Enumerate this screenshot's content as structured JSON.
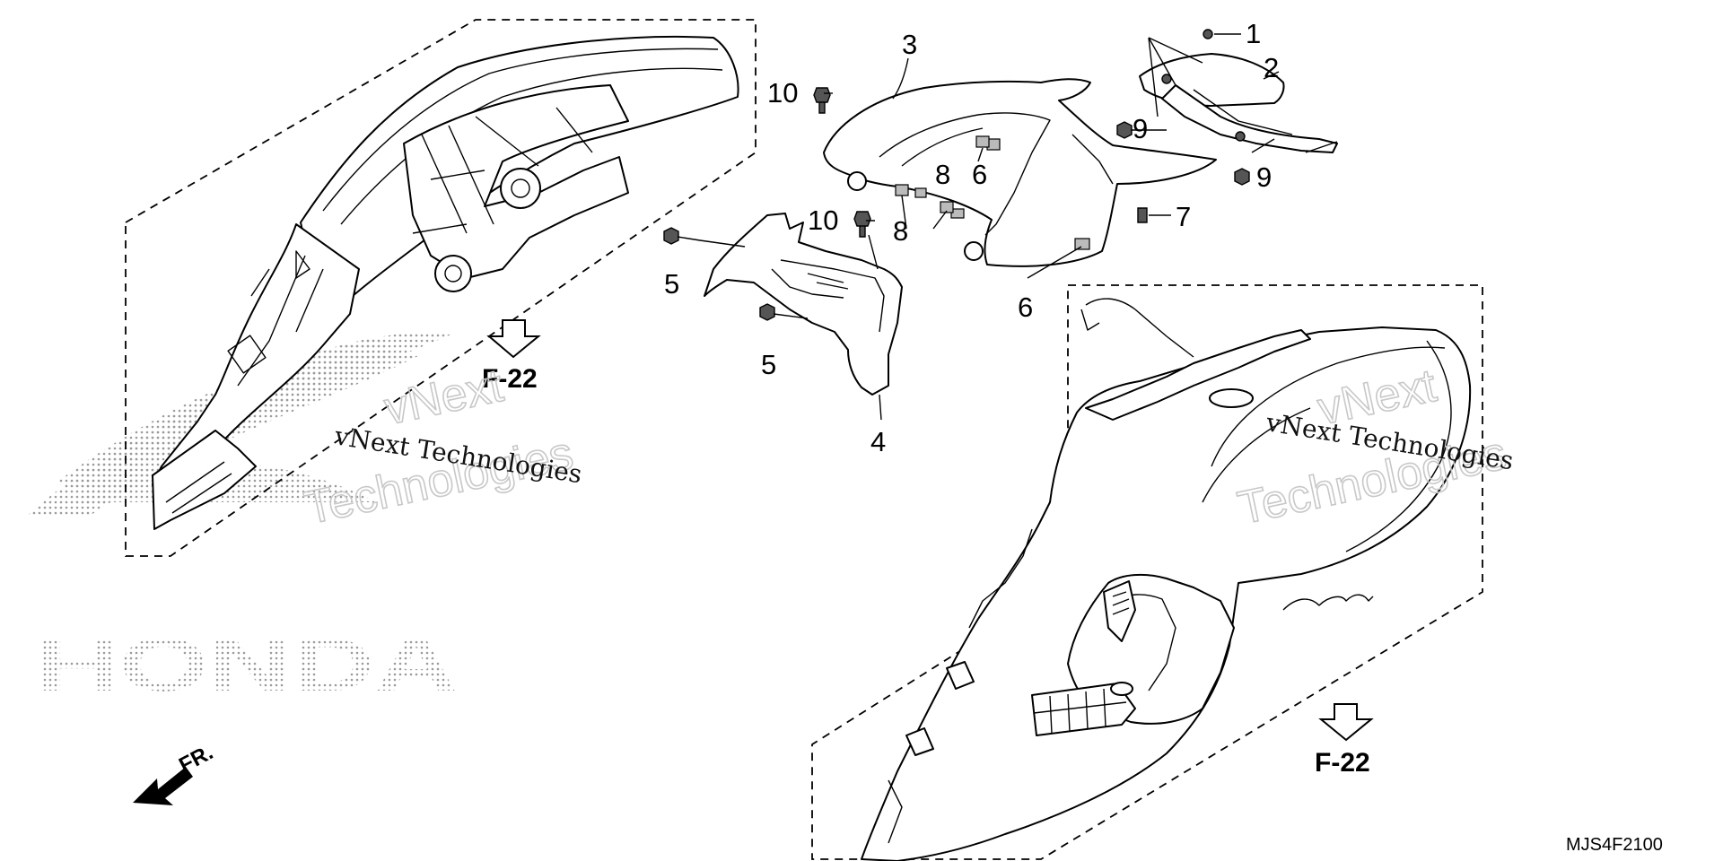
{
  "diagram": {
    "callouts": [
      "1",
      "2",
      "3",
      "4",
      "5",
      "5",
      "6",
      "6",
      "7",
      "8",
      "8",
      "9",
      "9",
      "10",
      "10"
    ],
    "refs": [
      "F-22",
      "F-22"
    ],
    "direction_label": "FR.",
    "diagram_code": "MJS4F2100"
  },
  "watermark": {
    "solid_text": "vNext Technologies",
    "outline_line1": "vNext",
    "outline_line2": "Technologies",
    "logo_text": "HONDA"
  }
}
